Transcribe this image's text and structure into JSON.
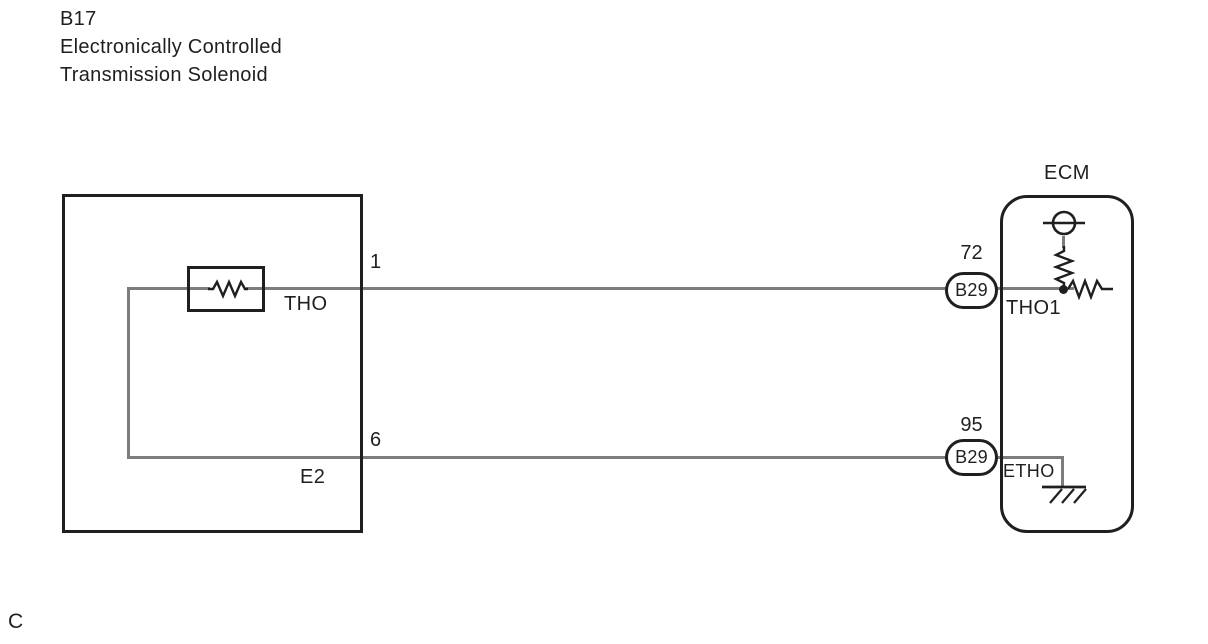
{
  "header": {
    "code": "B17",
    "name_line1": "Electronically Controlled",
    "name_line2": "Transmission Solenoid"
  },
  "solenoid": {
    "top_pin": {
      "number": "1",
      "signal": "THO"
    },
    "bottom_pin": {
      "number": "6",
      "signal": "E2"
    }
  },
  "ecm": {
    "label": "ECM",
    "top_pin": {
      "number": "72",
      "connector": "B29",
      "signal": "THO1"
    },
    "bottom_pin": {
      "number": "95",
      "connector": "B29",
      "signal": "ETHO"
    }
  },
  "page_marker": "C",
  "colors": {
    "wire": "#7d7d7d",
    "outline": "#1f1f1f",
    "background": "#ffffff"
  }
}
